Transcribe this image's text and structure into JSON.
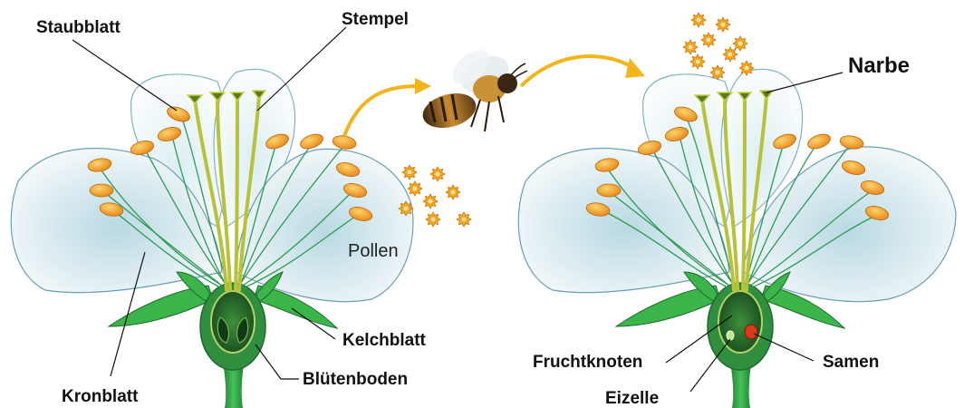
{
  "labels": {
    "staubblatt": "Staubblatt",
    "stempel": "Stempel",
    "kronblatt": "Kronblatt",
    "bluetenboden": "Blütenboden",
    "kelchblatt": "Kelchblatt",
    "pollen": "Pollen",
    "narbe": "Narbe",
    "fruchtknoten": "Fruchtknoten",
    "eizelle": "Eizelle",
    "samen": "Samen"
  },
  "colors": {
    "petal_fill": "#e6f1f5",
    "petal_edge": "#6a9fb0",
    "stem_green": "#3bb54a",
    "dark_green": "#1e6b2c",
    "anther_orange": "#f0a024",
    "filament_green": "#2f9a55",
    "style_yellowgreen": "#b8c238",
    "pollen_orange": "#f5a623",
    "arrow_yellow": "#f2b51c",
    "seed_red": "#d93a1a"
  },
  "icons": {
    "insect": "bee-icon",
    "pollen_grain": "pollen-grain-icon"
  }
}
